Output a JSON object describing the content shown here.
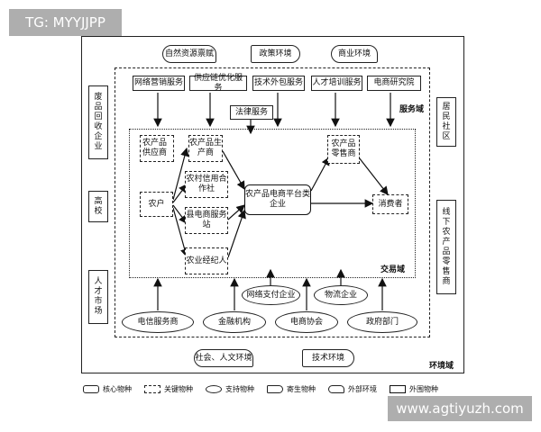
{
  "watermark_top": "TG: MYYJJPP",
  "watermark_bottom": "www.agtiyuzh.com",
  "environment_top": [
    "自然资源禀赋",
    "政策环境",
    "商业环境"
  ],
  "environment_bottom": [
    "社会、人文环境",
    "技术环境"
  ],
  "left_externals": [
    "废品回收企业",
    "高校",
    "人才市场"
  ],
  "right_externals": [
    "居民社区",
    "线下农产品零售商"
  ],
  "services": [
    "网络营销服务",
    "供应链优化服务",
    "技术外包服务",
    "人才培训服务",
    "电商研究院"
  ],
  "legal_service": "法律服务",
  "domains": {
    "service": "服务域",
    "trade": "交易域",
    "environment": "环境域"
  },
  "trade_nodes": {
    "agri_supplier": "农产品供应商",
    "agri_producer": "农产品生产商",
    "rural_credit": "农村信用合作社",
    "county_station": "县电商服务站",
    "agri_broker": "农业经纪人",
    "farmer": "农户",
    "platform": "农产品电商平台类企业",
    "retailer": "农产品零售商",
    "consumer": "消费者"
  },
  "support_inner": [
    "网络支付企业",
    "物流企业"
  ],
  "support_outer": [
    "电信服务商",
    "金融机构",
    "电商协会",
    "政府部门"
  ],
  "legend": [
    "核心物种",
    "关键物种",
    "支持物种",
    "寄生物种",
    "外部环境",
    "外围物种"
  ]
}
